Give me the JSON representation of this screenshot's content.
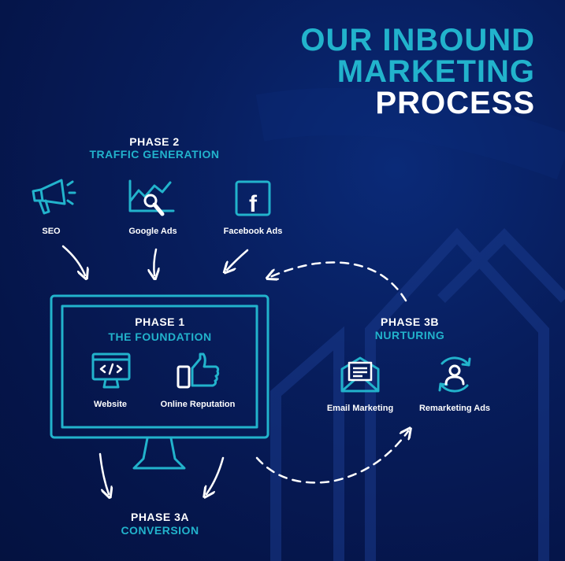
{
  "colors": {
    "background": "#071d5c",
    "accent": "#22b3cc",
    "text": "#ffffff"
  },
  "title": {
    "line1": "OUR INBOUND",
    "line2": "MARKETING",
    "line3": "PROCESS"
  },
  "phase2": {
    "label": "PHASE 2",
    "name": "TRAFFIC GENERATION",
    "items": [
      {
        "label": "SEO",
        "icon": "megaphone-icon"
      },
      {
        "label": "Google Ads",
        "icon": "chart-search-icon"
      },
      {
        "label": "Facebook Ads",
        "icon": "facebook-icon"
      }
    ]
  },
  "phase1": {
    "label": "PHASE 1",
    "name": "THE FOUNDATION",
    "items": [
      {
        "label": "Website",
        "icon": "code-window-icon"
      },
      {
        "label": "Online Reputation",
        "icon": "thumbs-up-icon"
      }
    ]
  },
  "phase3b": {
    "label": "PHASE 3B",
    "name": "NURTURING",
    "items": [
      {
        "label": "Email Marketing",
        "icon": "email-icon"
      },
      {
        "label": "Remarketing Ads",
        "icon": "user-cycle-icon"
      }
    ]
  },
  "phase3a": {
    "label": "PHASE 3A",
    "name": "CONVERSION"
  }
}
